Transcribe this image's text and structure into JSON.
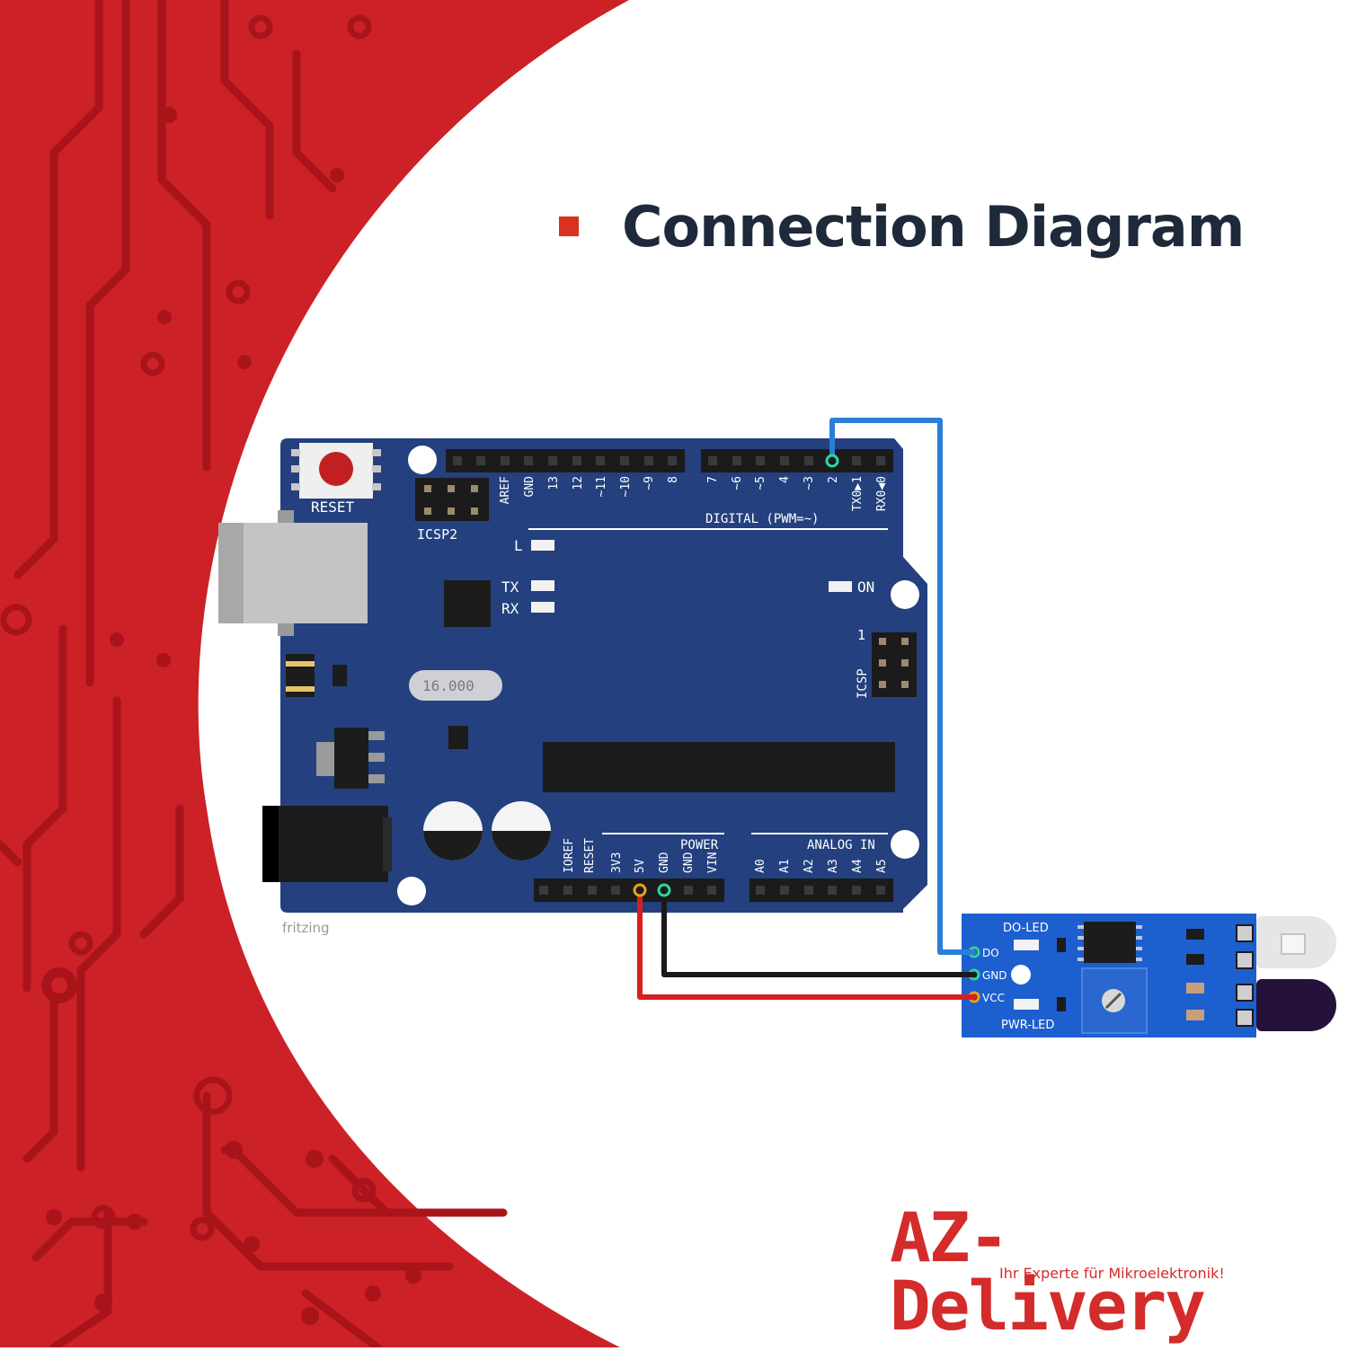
{
  "header": {
    "title": "Connection Diagram"
  },
  "arduino": {
    "reset_label": "RESET",
    "icsp2_label": "ICSP2",
    "icsp_label": "ICSP",
    "icsp_pin1": "1",
    "l_label": "L",
    "tx_label": "TX",
    "rx_label": "RX",
    "on_label": "ON",
    "crystal_label": "16.000",
    "digital_label": "DIGITAL (PWM=~)",
    "power_label": "POWER",
    "analog_label": "ANALOG IN",
    "fritzing_label": "fritzing",
    "top_pins_left": [
      "AREF",
      "GND",
      "13",
      "12",
      "~11",
      "~10",
      "~9",
      "8"
    ],
    "top_pins_right": [
      "7",
      "~6",
      "~5",
      "4",
      "~3",
      "2",
      "TX0▶1",
      "RX0◀0"
    ],
    "power_pins": [
      "IOREF",
      "RESET",
      "3V3",
      "5V",
      "GND",
      "GND",
      "VIN"
    ],
    "analog_pins": [
      "A0",
      "A1",
      "A2",
      "A3",
      "A4",
      "A5"
    ]
  },
  "sensor": {
    "do_led": "DO-LED",
    "pwr_led": "PWR-LED",
    "pin_do": "DO",
    "pin_gnd": "GND",
    "pin_vcc": "VCC"
  },
  "wires": {
    "signal_color": "#2b7fd6",
    "gnd_color": "#1a1a1a",
    "vcc_color": "#d81f1f"
  },
  "colors": {
    "board": "#24407e",
    "background_red": "#cc2127",
    "accent": "#d8331f"
  },
  "brand": {
    "name": "AZ-Delivery",
    "tagline": "Ihr Experte für Mikroelektronik!"
  }
}
